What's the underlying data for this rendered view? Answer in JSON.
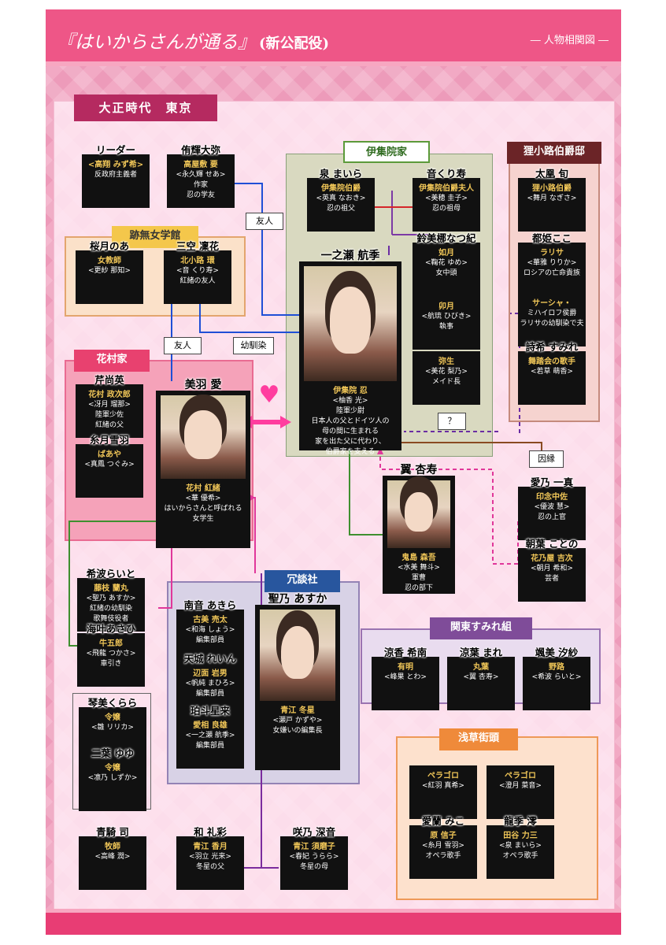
{
  "header": {
    "title": "『はいからさんが通る』",
    "subtitle": "(新公配役)",
    "right": "― 人物相関図 ―"
  },
  "era": "大正時代　東京",
  "groups": {
    "ijuin": "伊集院家",
    "tanukikoji": "狸小路伯爵邸",
    "atonaki": "跡無女学館",
    "hanamura": "花村家",
    "jodansha": "冗談社",
    "kanto": "関東すみれ組",
    "asakusa": "浅草街頭"
  },
  "relations": {
    "friend1": "友人",
    "friend2": "友人",
    "childhood": "幼馴染",
    "question": "？",
    "inen": "因縁"
  },
  "heart": "♥",
  "cards": [
    {
      "id": "leader",
      "actor": "リーダー",
      "l1": "<高翔 みず希>",
      "l2": "反政府主義者",
      "l3": "",
      "l4": ""
    },
    {
      "id": "takaya",
      "actor": "侑輝大弥",
      "l1": "高屋敷 要",
      "l2": "<永久輝 せあ>",
      "l3": "作家",
      "l4": "忍の学友"
    },
    {
      "id": "izumi",
      "actor": "泉 まいら",
      "l1": "伊集院伯爵",
      "l2": "<英真 なおき>",
      "l3": "忍の祖父",
      "l4": ""
    },
    {
      "id": "otokuri",
      "actor": "音くり寿",
      "l1": "伊集院伯爵夫人",
      "l2": "<美穂 圭子>",
      "l3": "忍の祖母",
      "l4": ""
    },
    {
      "id": "nyoze",
      "actor": "鈴美梛なつ紀",
      "l1": "如月",
      "l2": "<鞠花 ゆめ>",
      "l3": "女中頭",
      "l4": ""
    },
    {
      "id": "uzuki",
      "actor": "",
      "l1": "卯月",
      "l2": "<航琉 ひびき>",
      "l3": "執事",
      "l4": ""
    },
    {
      "id": "yayoi",
      "actor": "",
      "l1": "弥生",
      "l2": "<美花 梨乃>",
      "l3": "メイド長",
      "l4": ""
    },
    {
      "id": "tazaki",
      "actor": "太凰 旬",
      "l1": "狸小路伯爵",
      "l2": "<舞月 なぎさ>",
      "l3": "",
      "l4": ""
    },
    {
      "id": "raris",
      "actor": "都姫ここ",
      "l1": "ラリサ",
      "l2": "<華雅 りりか>",
      "l3": "ロシアの亡命貴族",
      "l4": ""
    },
    {
      "id": "sasha",
      "actor": "",
      "l1": "サーシャ・",
      "l2": "ミハイロフ侯爵",
      "l3": "ラリサの幼馴染で夫",
      "l4": ""
    },
    {
      "id": "sumire",
      "actor": "詩希 すみれ",
      "l1": "舞踏会の歌手",
      "l2": "<若草 萌香>",
      "l3": "",
      "l4": ""
    },
    {
      "id": "sakura",
      "actor": "桜月のあ",
      "l1": "女教師",
      "l2": "<更紗 那知>",
      "l3": "",
      "l4": ""
    },
    {
      "id": "sanku",
      "actor": "三空 凜花",
      "l1": "北小路 環",
      "l2": "<音 くり寿>",
      "l3": "紅緒の友人",
      "l4": ""
    },
    {
      "id": "seri",
      "actor": "芹尚英",
      "l1": "花村 政次郎",
      "l2": "<冴月 瑠那>",
      "l3": "陸軍少佐",
      "l4": "紅緒の父"
    },
    {
      "id": "itozuki",
      "actor": "糸月雪羽",
      "l1": "ばあや",
      "l2": "<真鳳 つぐみ>",
      "l3": "",
      "l4": ""
    },
    {
      "id": "aino",
      "actor": "愛乃 一真",
      "l1": "印念中佐",
      "l2": "<優波 慧>",
      "l3": "忍の上官",
      "l4": ""
    },
    {
      "id": "asaba",
      "actor": "朝葉 ことの",
      "l1": "花乃屋 吉次",
      "l2": "<朝月 希和>",
      "l3": "芸者",
      "l4": ""
    },
    {
      "id": "kinami",
      "actor": "希波らいと",
      "l1": "藤枝 蘭丸",
      "l2": "<聖乃 あすか>",
      "l3": "紅緒の幼馴染",
      "l4": "歌舞伎役者"
    },
    {
      "id": "umikano",
      "actor": "海叶あさひ",
      "l1": "牛五郎",
      "l2": "<飛龍 つかさ>",
      "l3": "車引き",
      "l4": ""
    },
    {
      "id": "nanne",
      "actor": "南音 あきら",
      "l1": "古美 売太",
      "l2": "<和海 しょう>",
      "l3": "編集部員",
      "l4": ""
    },
    {
      "id": "amagi",
      "actor": "天城 れいん",
      "l1": "辺面 岩男",
      "l2": "<帆純 まひろ>",
      "l3": "編集部員",
      "l4": ""
    },
    {
      "id": "kato",
      "actor": "珀斗星来",
      "l1": "愛相 良雄",
      "l2": "<一之瀬 航季>",
      "l3": "編集部員",
      "l4": ""
    },
    {
      "id": "suzuka",
      "actor": "涼香 希南",
      "l1": "有明",
      "l2": "<峰果 とわ>",
      "l3": "",
      "l4": ""
    },
    {
      "id": "suzuha",
      "actor": "涼葉 まれ",
      "l1": "丸葉",
      "l2": "<翼 杏寿>",
      "l3": "",
      "l4": ""
    },
    {
      "id": "ikumi",
      "actor": "颯美 汐紗",
      "l1": "野路",
      "l2": "<希波 らいと>",
      "l3": "",
      "l4": ""
    },
    {
      "id": "kotomi",
      "actor": "琴美くらら",
      "l1": "令嬢",
      "l2": "<雛 リリカ>",
      "l3": "",
      "l4": ""
    },
    {
      "id": "futaba",
      "actor": "二葉 ゆゆ",
      "l1": "令嬢",
      "l2": "<凛乃 しずか>",
      "l3": "",
      "l4": ""
    },
    {
      "id": "beragoro1",
      "actor": "",
      "l1": "ペラゴロ",
      "l2": "<紅羽 真希>",
      "l3": "",
      "l4": ""
    },
    {
      "id": "beragoro2",
      "actor": "",
      "l1": "ペラゴロ",
      "l2": "<澄月 菜音>",
      "l3": "",
      "l4": ""
    },
    {
      "id": "airan",
      "actor": "愛蘭 みこ",
      "l1": "原 信子",
      "l2": "<糸月 雪羽>",
      "l3": "オペラ歌手",
      "l4": ""
    },
    {
      "id": "ryukimi",
      "actor": "龍季 澪",
      "l1": "田谷 力三",
      "l2": "<泉 まいら>",
      "l3": "オペラ歌手",
      "l4": ""
    },
    {
      "id": "aokitsukasa",
      "actor": "青騎 司",
      "l1": "牧師",
      "l2": "<高峰 潤>",
      "l3": "",
      "l4": ""
    },
    {
      "id": "wareisa",
      "actor": "和 礼彩",
      "l1": "青江 香月",
      "l2": "<羽立 光来>",
      "l3": "冬星の父",
      "l4": ""
    },
    {
      "id": "sakuno",
      "actor": "咲乃 深音",
      "l1": "青江 須磨子",
      "l2": "<春妃 うらら>",
      "l3": "冬星の母",
      "l4": ""
    }
  ],
  "stars": [
    {
      "id": "ichinose",
      "actor": "一之瀬 航季",
      "l1": "伊集院 忍",
      "l2": "<柚香 光>",
      "l3": "陸軍少尉",
      "l4": "日本人の父とドイツ人の",
      "l5": "母の間に生まれる",
      "l6": "家を出た父に代わり、",
      "l7": "伯爵家を支える"
    },
    {
      "id": "miwa",
      "actor": "美羽 愛",
      "l1": "花村 紅緒",
      "l2": "<華 優希>",
      "l3": "はいからさんと呼ばれる",
      "l4": "女学生",
      "l5": "",
      "l6": "",
      "l7": ""
    },
    {
      "id": "tsubasa",
      "actor": "翼 杏寿",
      "l1": "鬼島 森吾",
      "l2": "<水美 舞斗>",
      "l3": "軍曹",
      "l4": "忍の部下",
      "l5": "",
      "l6": "",
      "l7": ""
    },
    {
      "id": "seino",
      "actor": "聖乃 あすか",
      "l1": "青江 冬星",
      "l2": "<瀬戸 かずや>",
      "l3": "女嫌いの編集長",
      "l4": "",
      "l5": "",
      "l6": "",
      "l7": ""
    }
  ]
}
